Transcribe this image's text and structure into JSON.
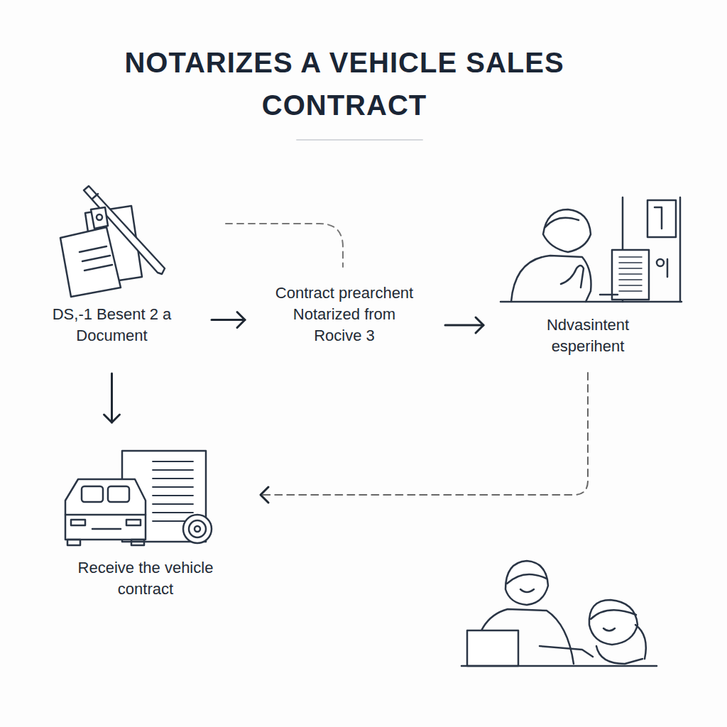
{
  "diagram": {
    "title": "NOTARIZES A VEHICLE SALES CONTRACT",
    "nodes": [
      {
        "text": [
          "DS,-1 Besent 2 a Document"
        ]
      },
      {
        "text": [
          "Contract prearchent Notarized from Rocive 3"
        ]
      },
      {
        "text": [
          "Ndvasintent esperihent"
        ]
      },
      {
        "text": [
          "Receive the vehicle contract"
        ]
      }
    ],
    "edges": [
      {
        "from": 0,
        "to": 1,
        "arrow": "to"
      },
      {
        "from": 1,
        "to": 2,
        "arrow": "to"
      },
      {
        "from": 0,
        "to": 3,
        "arrow": "to"
      },
      {
        "from": 2,
        "to": 3,
        "arrow": "to"
      }
    ]
  }
}
